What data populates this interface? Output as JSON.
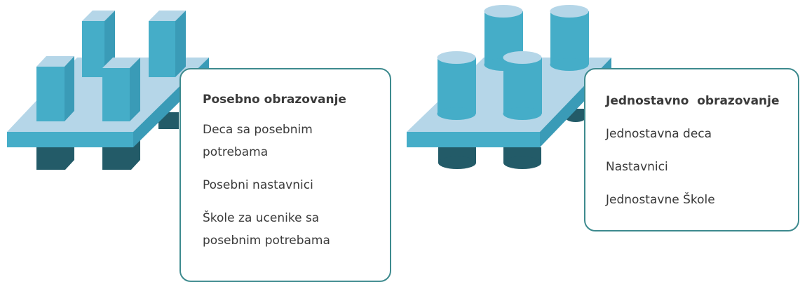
{
  "colors": {
    "block_front": "#45adc8",
    "block_top": "#b5d6e8",
    "block_side": "#3a9bb7",
    "leg": "#235b68",
    "card_border": "#3d8a8e",
    "text": "#3a3a3a"
  },
  "left_panel": {
    "title": "Posebno obrazovanje",
    "items": [
      "Deca sa posebnim potrebama",
      "Posebni nastavnici",
      "Škole za ucenike sa posebnim potrebama"
    ]
  },
  "right_panel": {
    "title": "Jednostavno  obrazovanje",
    "items": [
      "Jednostavna deca",
      "Nastavnici",
      "Jednostavne Škole"
    ]
  }
}
